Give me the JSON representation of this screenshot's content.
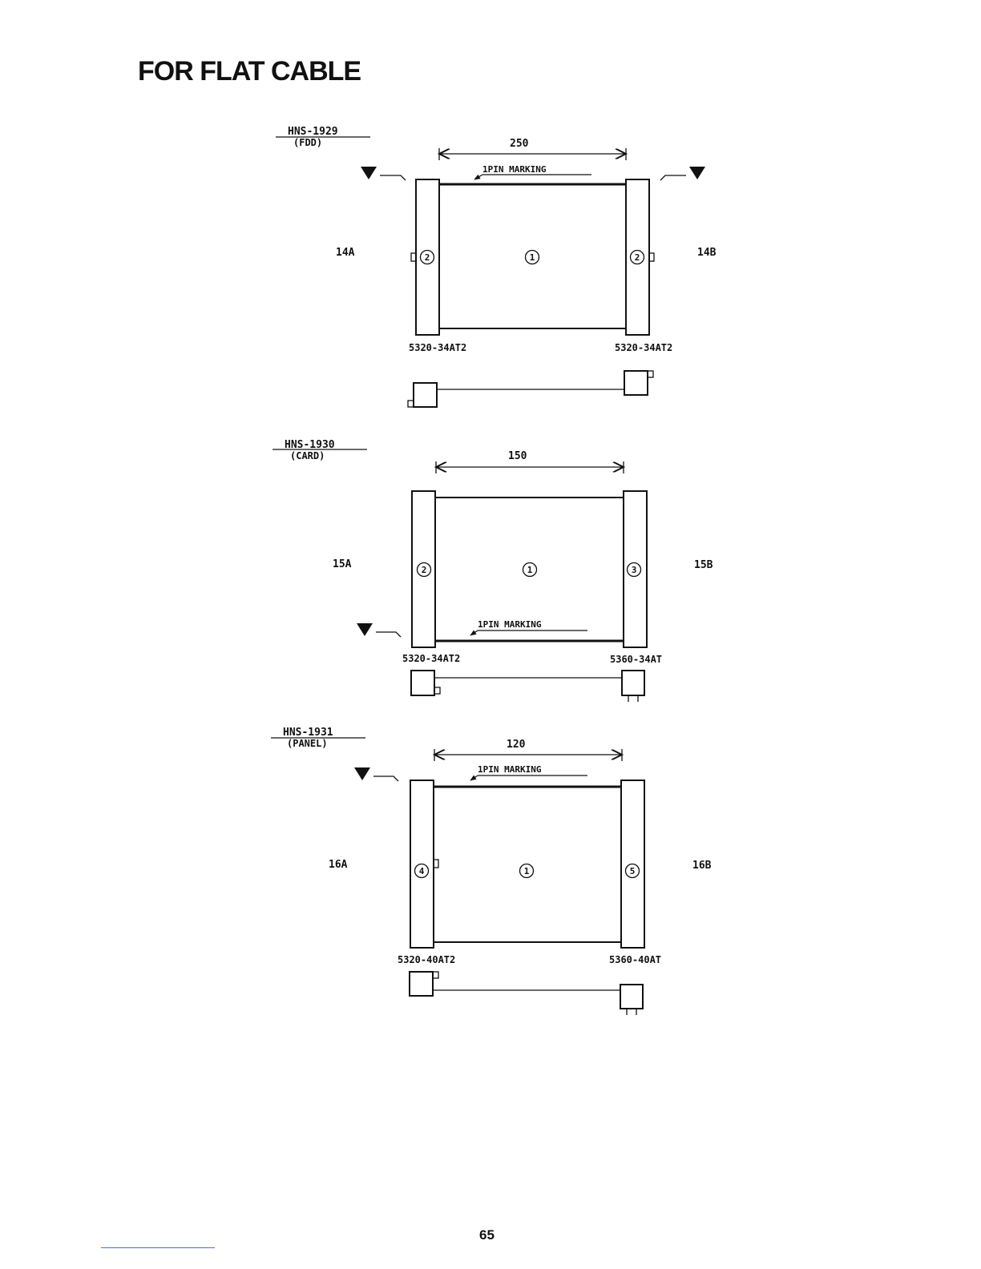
{
  "page": {
    "title": "FOR FLAT CABLE",
    "number": "65"
  },
  "cables": [
    {
      "part": "HNS-1929",
      "type": "(FDD)",
      "length": "250",
      "marking": "1PIN MARKING",
      "left_label": "14A",
      "right_label": "14B",
      "left_connector": "5320-34AT2",
      "right_connector": "5320-34AT2",
      "center_num": "1",
      "left_num": "2",
      "right_num": "2"
    },
    {
      "part": "HNS-1930",
      "type": "(CARD)",
      "length": "150",
      "marking": "1PIN MARKING",
      "left_label": "15A",
      "right_label": "15B",
      "left_connector": "5320-34AT2",
      "right_connector": "5360-34AT",
      "center_num": "1",
      "left_num": "2",
      "right_num": "3"
    },
    {
      "part": "HNS-1931",
      "type": "(PANEL)",
      "length": "120",
      "marking": "1PIN MARKING",
      "left_label": "16A",
      "right_label": "16B",
      "left_connector": "5320-40AT2",
      "right_connector": "5360-40AT",
      "center_num": "1",
      "left_num": "4",
      "right_num": "5"
    }
  ]
}
